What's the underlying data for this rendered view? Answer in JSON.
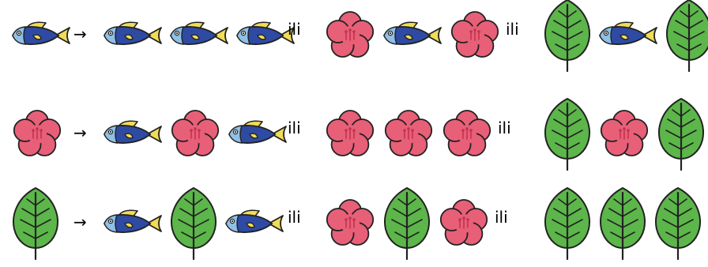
{
  "rules": [
    {
      "source": "fish",
      "arrow": "→",
      "options": [
        [
          "fish",
          "fish",
          "fish"
        ],
        [
          "flower",
          "fish",
          "flower"
        ],
        [
          "leaf",
          "fish",
          "leaf"
        ]
      ],
      "separators": [
        "ili",
        "ili"
      ]
    },
    {
      "source": "flower",
      "arrow": "→",
      "options": [
        [
          "fish",
          "flower",
          "fish"
        ],
        [
          "flower",
          "flower",
          "flower"
        ],
        [
          "leaf",
          "flower",
          "leaf"
        ]
      ],
      "separators": [
        "ili",
        "ili"
      ]
    },
    {
      "source": "leaf",
      "arrow": "→",
      "options": [
        [
          "fish",
          "leaf",
          "fish"
        ],
        [
          "flower",
          "leaf",
          "flower"
        ],
        [
          "leaf",
          "leaf",
          "leaf"
        ]
      ],
      "separators": [
        "ili",
        "ili"
      ]
    }
  ],
  "colors": {
    "fish_body": "#2e4aa3",
    "fish_head": "#8fc0e6",
    "fish_fin": "#f1dc56",
    "flower_petal": "#e85f78",
    "flower_center": "#c2334f",
    "leaf": "#5cb64a",
    "outline": "#222222"
  }
}
